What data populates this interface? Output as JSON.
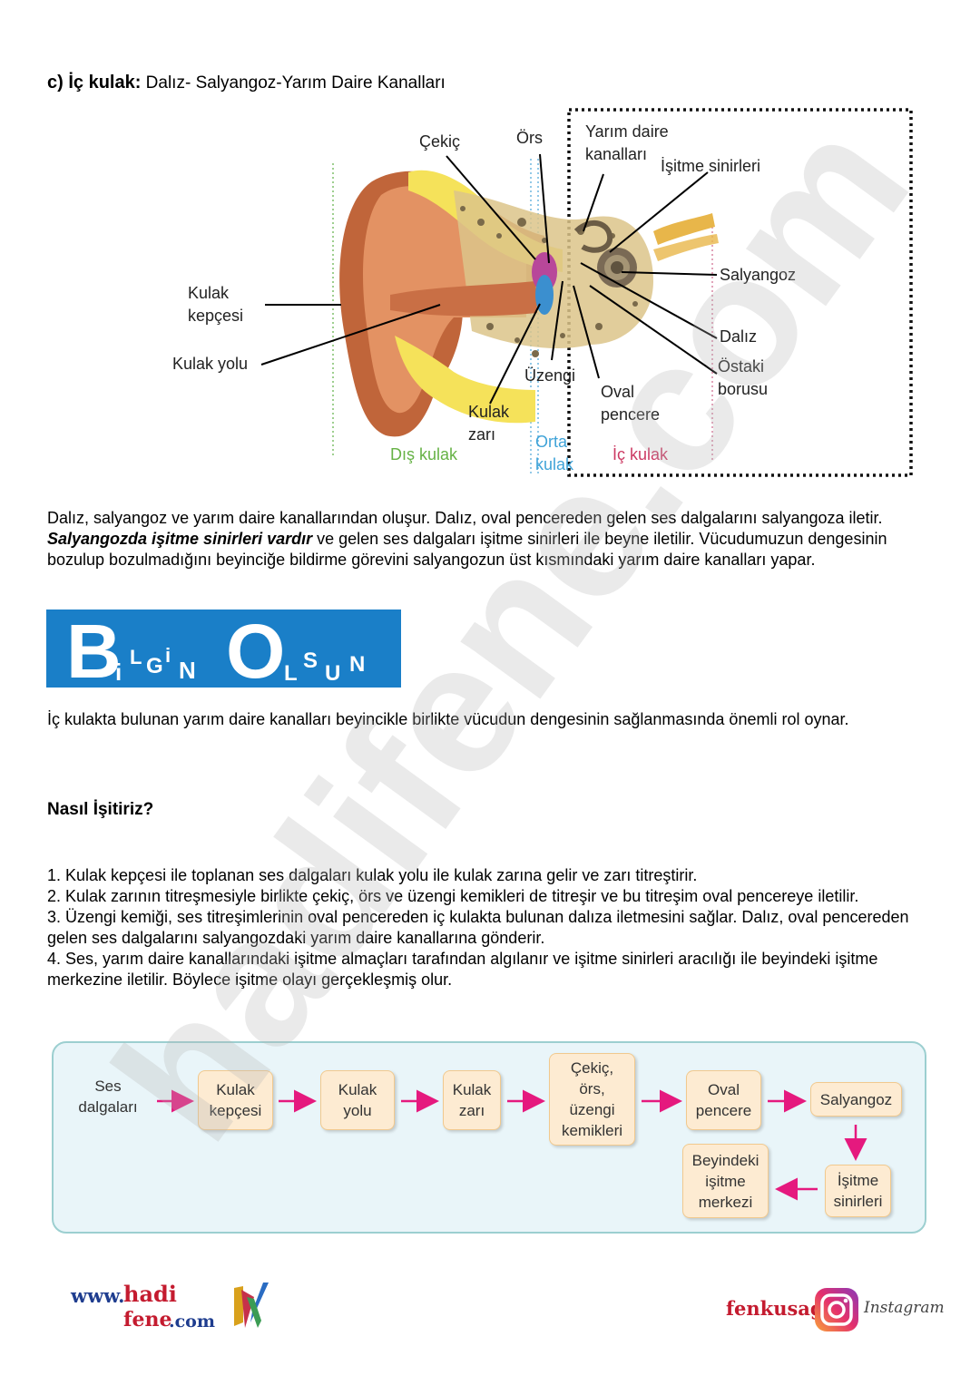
{
  "heading": {
    "prefix": "c) İç kulak:",
    "rest": " Dalız- Salyangoz-Yarım Daire Kanalları"
  },
  "figure": {
    "labels": {
      "cekic": "Çekiç",
      "ors": "Örs",
      "yarim_daire": "Yarım daire\nkanalları",
      "isitme_sinirleri": "İşitme sinirleri",
      "kulak_kepcesi": "Kulak\nkepçesi",
      "kulak_yolu": "Kulak yolu",
      "salyangoz": "Salyangoz",
      "daliz": "Dalız",
      "ostaki": "Östaki\nborusu",
      "uzengi": "Üzengi",
      "oval": "Oval\npencere",
      "kulak_zari": "Kulak\nzarı",
      "dis_kulak": "Dış kulak",
      "orta_kulak": "Orta\nkulak",
      "ic_kulak": "İç kulak"
    },
    "colors": {
      "dis": "#66b245",
      "orta": "#3fa3d8",
      "ic": "#cc3a63"
    }
  },
  "paragraph1": {
    "part1": "Dalız, salyangoz ve yarım daire kanallarından oluşur. Dalız, oval pencereden gelen ses dalgalarını salyangoza iletir. ",
    "bold": "Salyangozda işitme sinirleri vardır",
    "part2": " ve gelen ses dalgaları işitme sinirleri ile beyne iletilir. Vücudumuzun dengesinin bozulup bozulmadığını beyinciğe bildirme görevini salyangozun üst kısmındaki yarım daire kanalları yapar."
  },
  "banner": {
    "text": "Bilgin Olsun",
    "color": "#1a7fc8"
  },
  "paragraph2": "İç kulakta bulunan yarım daire kanalları beyincikle birlikte vücudun dengesinin sağlanmasında önemli rol oynar.",
  "question_title": "Nasıl İşitiriz?",
  "steps": [
    "1. Kulak kepçesi ile toplanan ses dalgaları kulak yolu ile kulak zarına gelir ve zarı titreştirir.",
    "2. Kulak zarının titreşmesiyle birlikte çekiç, örs ve üzengi kemikleri de titreşir ve bu titreşim oval pencereye iletilir.",
    "3. Üzengi kemiği, ses titreşimlerinin oval pencereden iç kulakta bulunan dalıza iletmesini sağlar. Dalız, oval pencereden gelen ses dalgalarını salyangozdaki yarım daire kanallarına gönderir.",
    "4. Ses, yarım daire kanallarındaki işitme almaçları tarafından algılanır ve işitme sinirleri aracılığı ile beyindeki işitme merkezine iletilir. Böylece işitme olayı gerçekleşmiş olur."
  ],
  "flow": {
    "start": "Ses\ndalgaları",
    "boxes": [
      "Kulak\nkepçesi",
      "Kulak\nyolu",
      "Kulak\nzarı",
      "Çekiç,\nörs,\nüzengi\nkemikleri",
      "Oval\npencere",
      "Salyangoz",
      "İşitme\nsinirleri",
      "Beyindeki\nişitme\nmerkezi"
    ],
    "arrow_color": "#e5197e"
  },
  "footer": {
    "www": "www.",
    "hadi": "hadi",
    "fene": "fene",
    "com": ".com",
    "right_brand": "fenkusagi",
    "instagram": "Instagram"
  },
  "watermark": "hadifene.com"
}
